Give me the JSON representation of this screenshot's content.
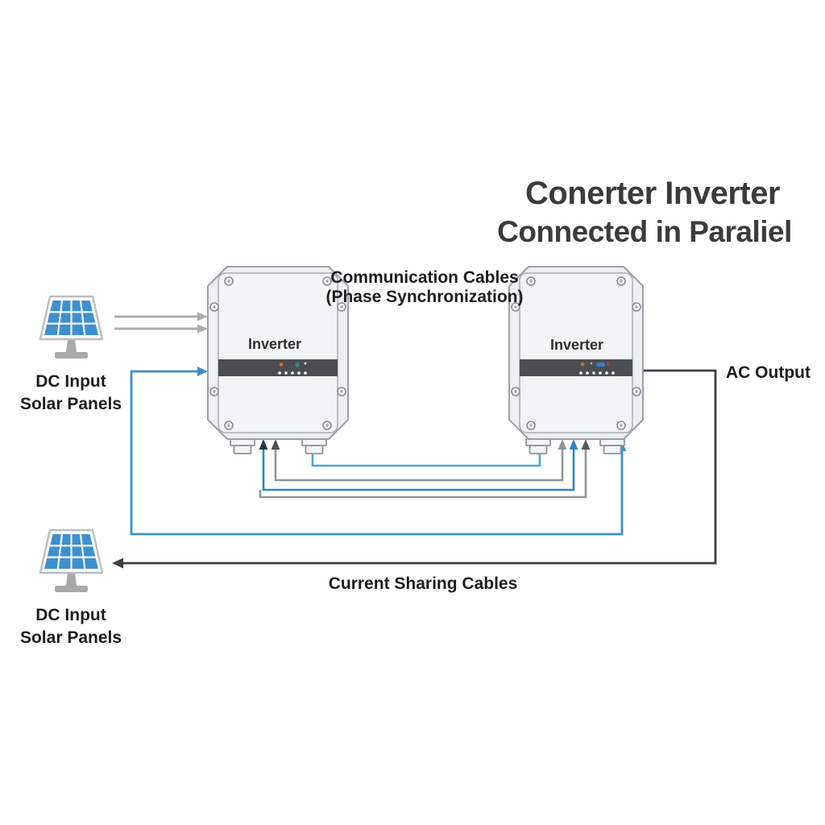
{
  "title": {
    "line1": "Conerter Inverter",
    "line2": "Connected in Paraliel"
  },
  "inverters": [
    {
      "label": "Inverter"
    },
    {
      "label": "Inverter"
    }
  ],
  "panels": {
    "top": {
      "line1": "DC Input",
      "line2": "Solar Panels"
    },
    "bottom": {
      "line1": "DC Input",
      "line2": "Solar Panels"
    }
  },
  "cables": {
    "communication": {
      "line1": "Communication Cables",
      "line2": "(Phase Synchronization)"
    },
    "current_sharing": "Current Sharing Cables",
    "ac_output": "AC Output"
  },
  "connections": [
    {
      "name": "pv-dc-arrows",
      "from": "top-solar-panel",
      "to": "inverter-1",
      "color": "light-gray"
    },
    {
      "name": "dc-long-link",
      "from": "inverter-1-left-side",
      "to": "inverter-2-right-gland",
      "color": "steel-blue"
    },
    {
      "name": "communication-cable",
      "from": "inverter-1-right-gland",
      "to": "inverter-2-left-gland",
      "color": "light-blue"
    },
    {
      "name": "current-sharing-cable-1",
      "from": "inverter-1",
      "to": "inverter-2",
      "color": "gray"
    },
    {
      "name": "current-sharing-cable-2",
      "from": "inverter-1",
      "to": "inverter-2",
      "color": "blue"
    },
    {
      "name": "current-sharing-cable-3",
      "from": "inverter-1",
      "to": "inverter-2",
      "color": "gray"
    },
    {
      "name": "ac-output-line",
      "from": "inverter-2-right-side",
      "to": "bottom-solar-panel",
      "color": "dark-gray"
    }
  ],
  "colors": {
    "light_blue": "#4ba4d9",
    "blue": "#2e86c2",
    "steel_blue": "#3b8fc9",
    "gray_line": "#8f969b",
    "light_gray_arrow": "#a9adb0",
    "dark_line": "#3c4043",
    "navy_arrow": "#22354f",
    "text": "#2b2b2b",
    "inverter_fill": "#edeff1",
    "inverter_stroke": "#9aa0a6",
    "led_band": "#4a4e52",
    "panel_cell_blue": "#3f8fd0"
  }
}
